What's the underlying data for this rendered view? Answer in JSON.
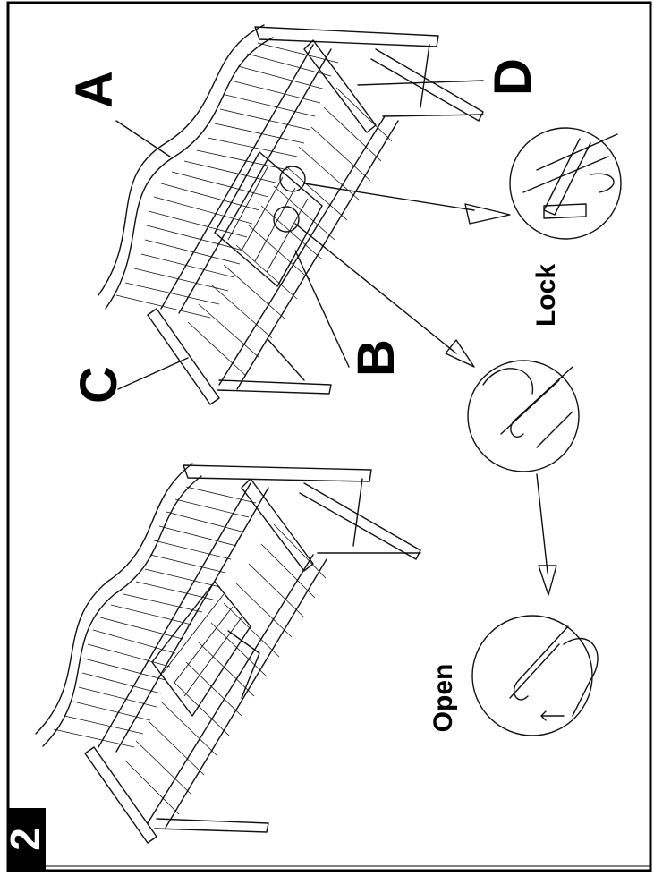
{
  "step": {
    "number": "2"
  },
  "callouts": {
    "a": "A",
    "b": "B",
    "c": "C",
    "d": "D"
  },
  "states": {
    "lock": "Lock",
    "open": "Open"
  }
}
